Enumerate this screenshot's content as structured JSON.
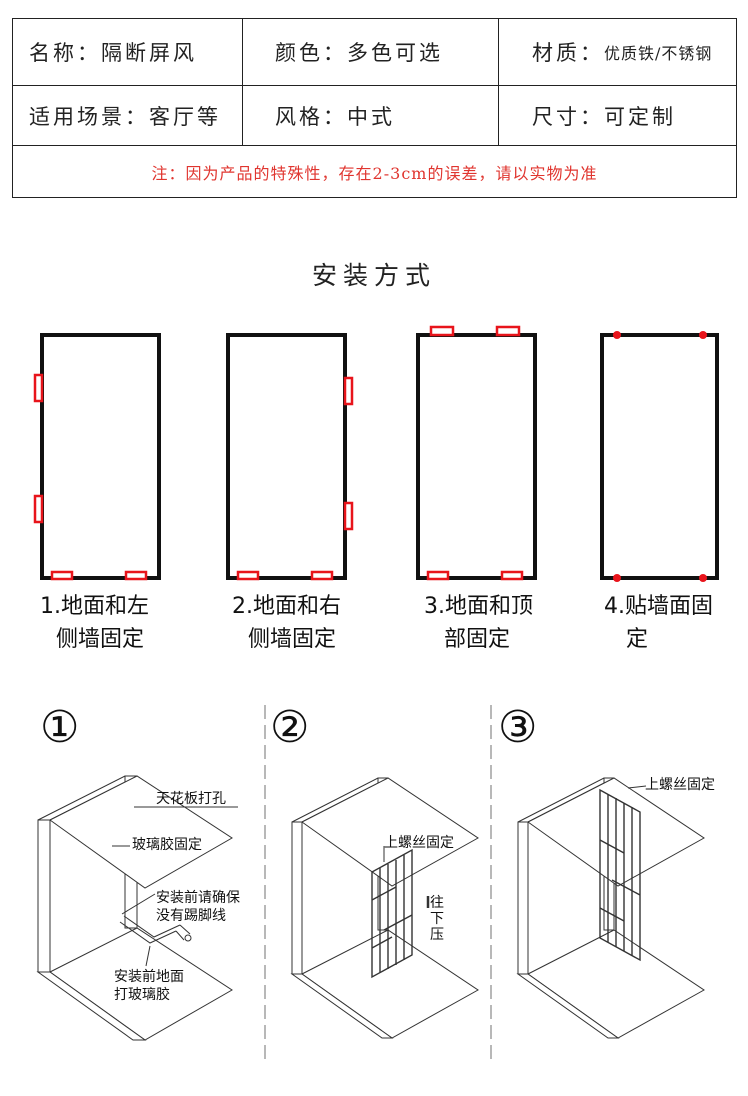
{
  "specs": {
    "row1": [
      {
        "label": "名称：",
        "value": "隔断屏风"
      },
      {
        "label": "颜色：",
        "value": "多色可选"
      },
      {
        "label": "材质：",
        "value": "优质铁/不锈钢"
      }
    ],
    "row2": [
      {
        "label": "适用场景：",
        "value": "客厅等"
      },
      {
        "label": "风格：",
        "value": "中式"
      },
      {
        "label": "尺寸：",
        "value": "可定制"
      }
    ],
    "note": "注：因为产品的特殊性，存在2-3cm的误差，请以实物为准"
  },
  "install": {
    "title": "安装方式",
    "methods": [
      {
        "line1": "1.地面和左",
        "line2": "侧墙固定"
      },
      {
        "line1": "2.地面和右",
        "line2": "侧墙固定"
      },
      {
        "line1": "3.地面和顶",
        "line2": "部固定"
      },
      {
        "line1": "4.贴墙面固",
        "line2": "定"
      }
    ],
    "accent_color": "#e8141b"
  },
  "steps": {
    "numbers": [
      "①",
      "②",
      "③"
    ],
    "step1": {
      "ceiling": "天花板打孔",
      "glue": "玻璃胶固定",
      "baseboard_line1": "安装前请确保",
      "baseboard_line2": "没有踢脚线",
      "floor_line1": "安装前地面",
      "floor_line2": "打玻璃胶"
    },
    "step2": {
      "screw": "上螺丝固定",
      "press_1": "往",
      "press_2": "下",
      "press_3": "压"
    },
    "step3": {
      "screw": "上螺丝固定"
    }
  }
}
